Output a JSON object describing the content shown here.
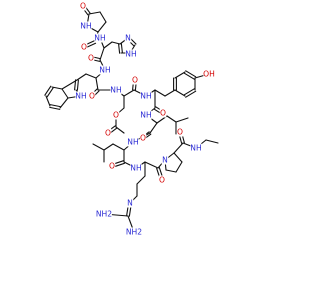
{
  "colors": {
    "bond": "#111111",
    "oxygen": "#d40000",
    "nitrogen": "#2a2ad4",
    "label_background": "#ffffff"
  },
  "atom_labels": [
    {
      "id": "o-pyroglu",
      "text": "O",
      "element": "O"
    },
    {
      "id": "nh-pyroglu",
      "text": "NH",
      "element": "N"
    },
    {
      "id": "o-pyroglu-amide",
      "text": "O",
      "element": "O"
    },
    {
      "id": "nh-his",
      "text": "NH",
      "element": "N"
    },
    {
      "id": "n-imid-1",
      "text": "N",
      "element": "N"
    },
    {
      "id": "nh-imid-2",
      "text": "NH",
      "element": "N"
    },
    {
      "id": "o-his",
      "text": "O",
      "element": "O"
    },
    {
      "id": "nh-trp",
      "text": "NH",
      "element": "N"
    },
    {
      "id": "nh-indole",
      "text": "NH",
      "element": "N"
    },
    {
      "id": "o-trp",
      "text": "O",
      "element": "O"
    },
    {
      "id": "nh-ser",
      "text": "NH",
      "element": "N"
    },
    {
      "id": "o-ser",
      "text": "O",
      "element": "O"
    },
    {
      "id": "o-ser-ester",
      "text": "O",
      "element": "O"
    },
    {
      "id": "o-acetyl",
      "text": "O",
      "element": "O"
    },
    {
      "id": "ho-tyr",
      "text": "OH",
      "element": "O"
    },
    {
      "id": "nh-tyr",
      "text": "NH",
      "element": "N"
    },
    {
      "id": "o-tyr",
      "text": "O",
      "element": "O"
    },
    {
      "id": "nh-leu1",
      "text": "NH",
      "element": "N"
    },
    {
      "id": "o-leu1",
      "text": "O",
      "element": "O"
    },
    {
      "id": "nh-leu2",
      "text": "NH",
      "element": "N"
    },
    {
      "id": "o-leu2",
      "text": "O",
      "element": "O"
    },
    {
      "id": "nh-arg",
      "text": "NH",
      "element": "N"
    },
    {
      "id": "o-arg",
      "text": "O",
      "element": "O"
    },
    {
      "id": "n-pro",
      "text": "N",
      "element": "N"
    },
    {
      "id": "o-pro",
      "text": "O",
      "element": "O"
    },
    {
      "id": "nh-ethyl",
      "text": "NH",
      "element": "N"
    },
    {
      "id": "nh2-guan-top",
      "text": "NH2",
      "element": "N"
    },
    {
      "id": "nh2-guan-left",
      "text": "NH2",
      "element": "N"
    },
    {
      "id": "n-guan",
      "text": "N",
      "element": "N"
    }
  ]
}
